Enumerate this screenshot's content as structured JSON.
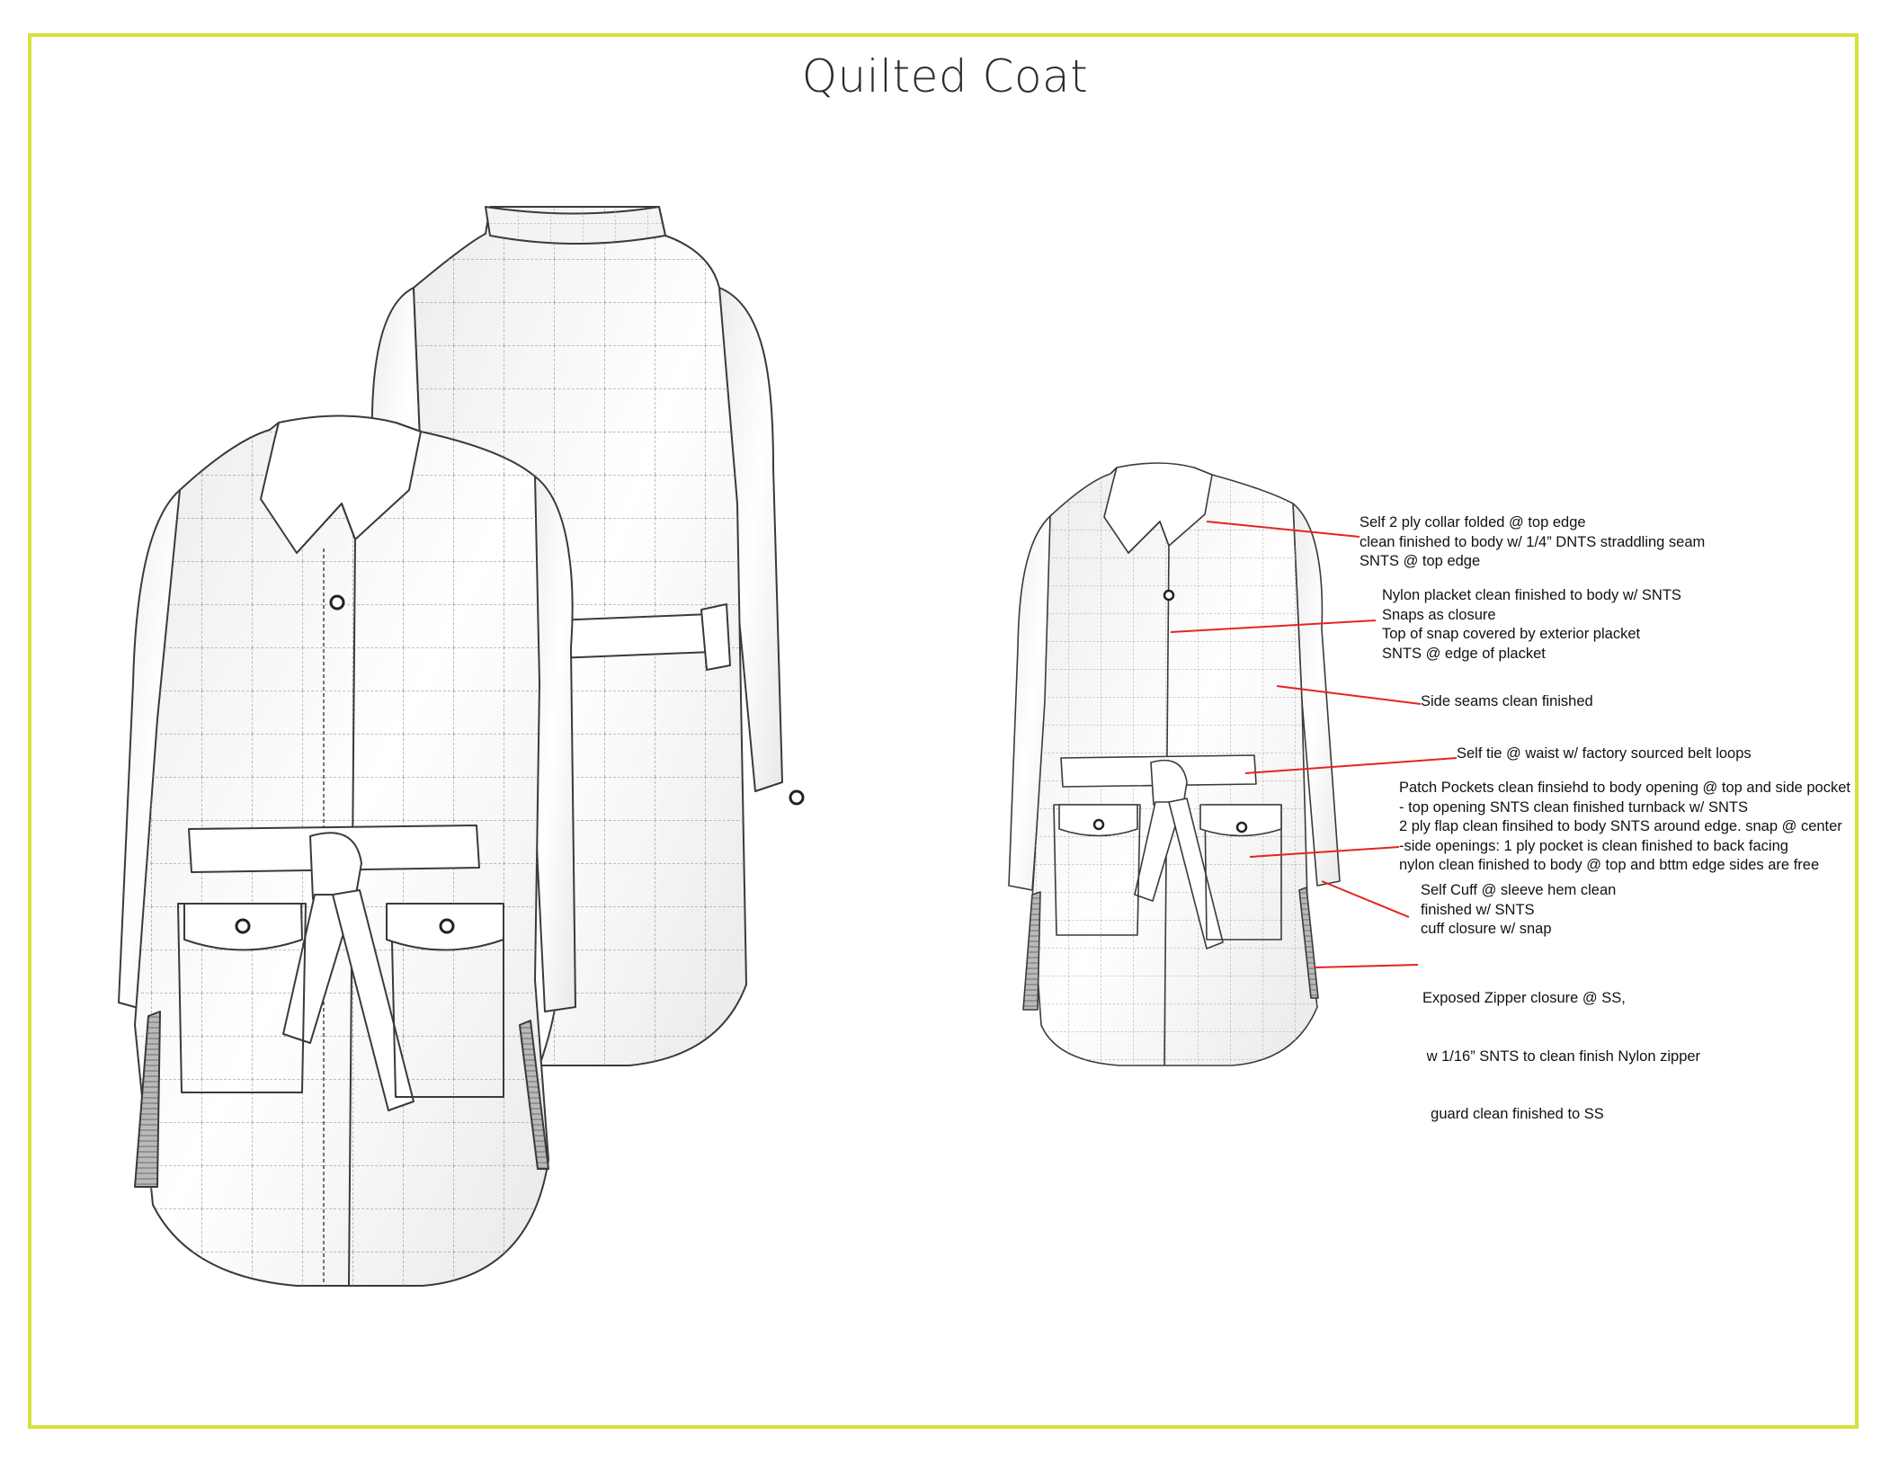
{
  "title": "Quilted Coat",
  "accent_color": "#d4e23a",
  "callout_color": "#e52421",
  "callouts": [
    {
      "id": "collar",
      "lines": [
        "Self 2 ply collar folded @ top edge",
        "clean finished to body w/ 1/4” DNTS straddling seam",
        "SNTS @ top edge"
      ]
    },
    {
      "id": "placket",
      "lines": [
        "Nylon placket clean finished to body w/ SNTS",
        "Snaps as closure",
        "Top of snap covered by exterior placket",
        "SNTS @ edge of placket"
      ]
    },
    {
      "id": "side-seams",
      "lines": [
        "Side seams clean finished"
      ]
    },
    {
      "id": "self-tie",
      "lines": [
        "Self tie @ waist w/ factory sourced belt loops"
      ]
    },
    {
      "id": "patch-pockets",
      "lines": [
        "Patch Pockets clean finsiehd to body opening @ top and side pocket",
        "- top opening SNTS clean finished turnback  w/ SNTS",
        "2 ply flap clean finsihed to body SNTS around edge. snap @ center",
        "-side openings: 1 ply pocket is clean finished to back facing",
        "nylon clean finished to body @ top and bttm edge sides are free"
      ]
    },
    {
      "id": "cuff",
      "lines": [
        "Self Cuff @ sleeve hem clean",
        "finished w/ SNTS",
        "cuff closure w/ snap"
      ]
    },
    {
      "id": "zipper",
      "lines": [
        "Exposed Zipper closure @ SS,",
        " w 1/16” SNTS to clean finish Nylon zipper",
        "  guard clean finished to SS"
      ]
    }
  ]
}
